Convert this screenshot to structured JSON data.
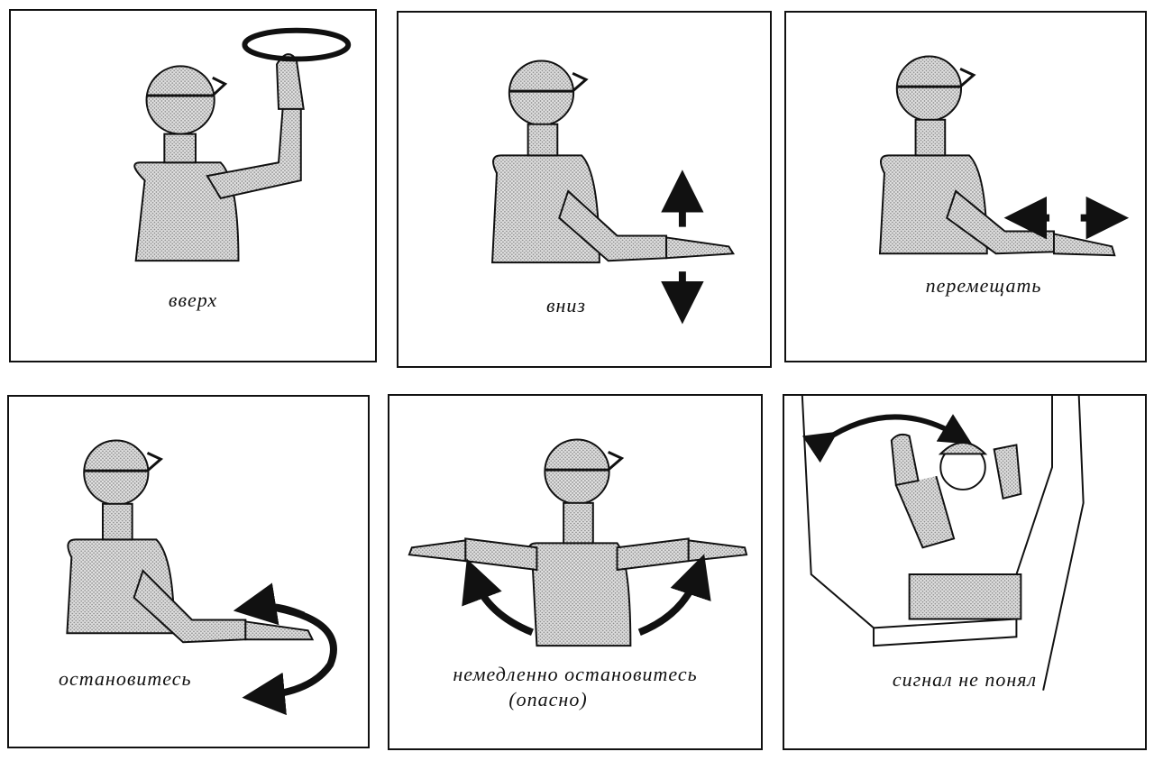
{
  "title": "Crane hand signals",
  "panels": [
    {
      "id": "up",
      "caption": "вверх"
    },
    {
      "id": "down",
      "caption": "вниз"
    },
    {
      "id": "move",
      "caption": "перемещать"
    },
    {
      "id": "stop",
      "caption": "остановитесь"
    },
    {
      "id": "emergency-stop",
      "caption": "немедленно остановитесь",
      "caption2": "(опасно)"
    },
    {
      "id": "not-understood",
      "caption": "сигнал не понял"
    }
  ],
  "colors": {
    "line": "#111111",
    "fill": "#c8c8c8"
  }
}
